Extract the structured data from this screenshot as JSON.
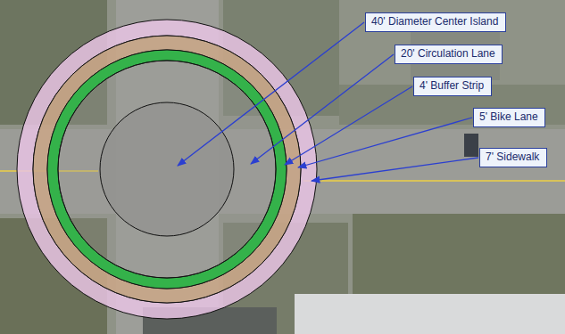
{
  "diagram": {
    "nodes": [
      {
        "text": [
          "40' Diameter Center Island"
        ]
      },
      {
        "text": [
          "20' Circulation Lane"
        ]
      },
      {
        "text": [
          "4' Buffer Strip"
        ]
      },
      {
        "text": [
          "5' Bike Lane"
        ]
      },
      {
        "text": [
          "7' Sidewalk"
        ]
      }
    ]
  }
}
